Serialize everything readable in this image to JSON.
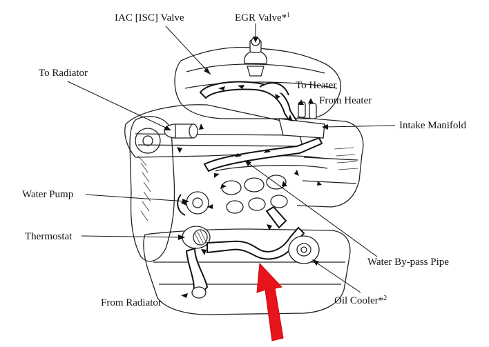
{
  "labels": {
    "iac_valve": "IAC [ISC] Valve",
    "egr_valve": "EGR Valve*",
    "egr_note": "1",
    "to_radiator": "To Radiator",
    "to_heater": "To Heater",
    "from_heater": "From Heater",
    "intake_manifold": "Intake Manifold",
    "water_pump": "Water Pump",
    "thermostat": "Thermostat",
    "water_bypass_pipe": "Water By-pass Pipe",
    "oil_cooler": "Oil Cooler*",
    "oil_cooler_note": "2",
    "from_radiator": "From Radiator"
  },
  "colors": {
    "linework": "#111111",
    "pointer_arrow": "#e8141c",
    "background": "#ffffff"
  },
  "icons": {
    "pointer": "red-pointer-arrow"
  }
}
